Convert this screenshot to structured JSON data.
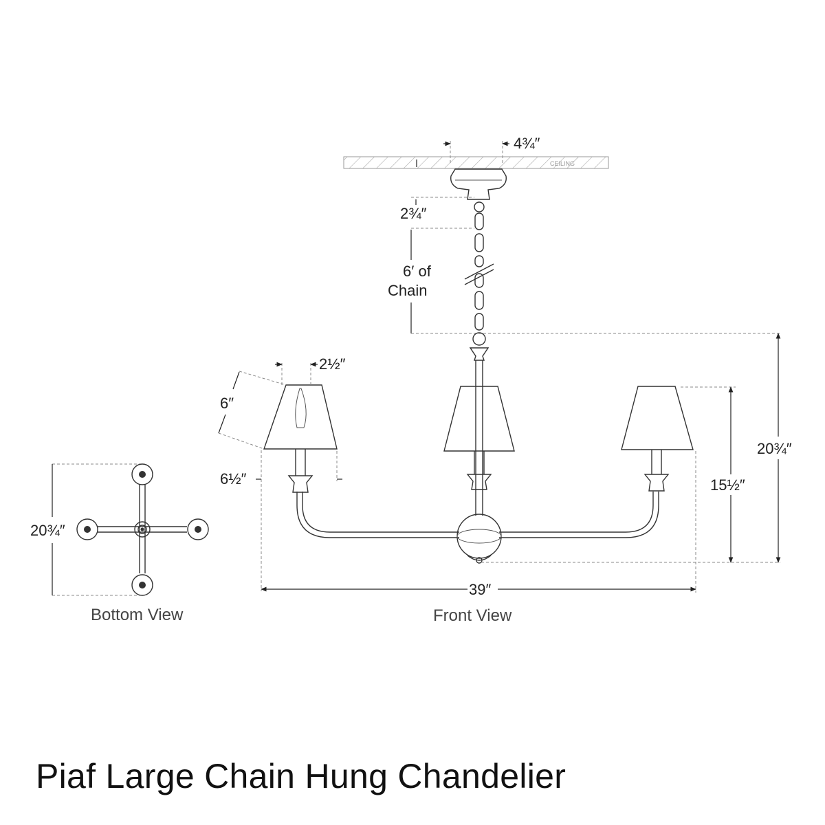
{
  "title": "Piaf Large Chain Hung Chandelier",
  "ceiling_label": "CEILING",
  "views": {
    "bottom": "Bottom View",
    "front": "Front View"
  },
  "dimensions": {
    "canopy_width": "4¾″",
    "canopy_height": "2¾″",
    "chain_length_line1": "6′ of",
    "chain_length_line2": "Chain",
    "shade_top": "2½″",
    "shade_height": "6″",
    "shade_bottom": "6½″",
    "overall_height": "20¾″",
    "arm_height": "15½″",
    "overall_width": "39″",
    "bottom_view_span": "20¾″"
  }
}
